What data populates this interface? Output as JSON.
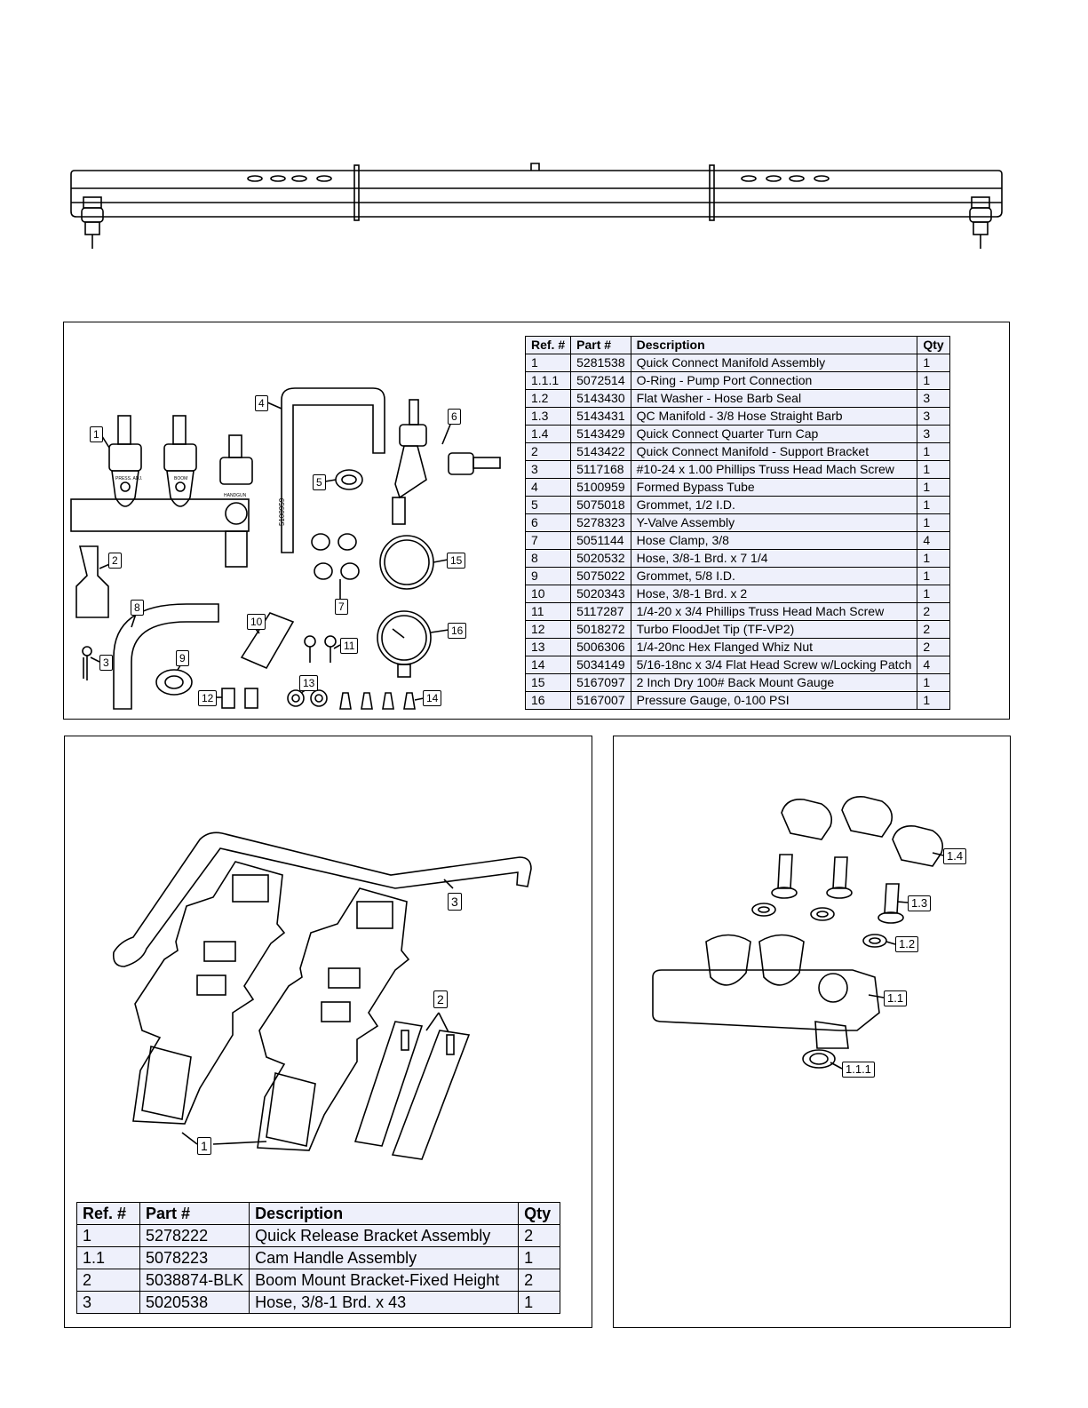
{
  "callouts_top": [
    "1",
    "2",
    "3",
    "4",
    "5",
    "6",
    "7",
    "8",
    "9",
    "10",
    "11",
    "12",
    "13",
    "14",
    "15",
    "16"
  ],
  "tube_text": "5100959",
  "manifold_labels": [
    "PRESS. ADJ.",
    "BOOM",
    "HANDGUN"
  ],
  "table1": {
    "headers": [
      "Ref. #",
      "Part #",
      "Description",
      "Qty"
    ],
    "rows": [
      [
        "1",
        "5281538",
        "Quick Connect Manifold Assembly",
        "1"
      ],
      [
        "1.1.1",
        "5072514",
        "O-Ring - Pump Port Connection",
        "1"
      ],
      [
        "1.2",
        "5143430",
        "Flat Washer - Hose Barb Seal",
        "3"
      ],
      [
        "1.3",
        "5143431",
        "QC Manifold - 3/8 Hose Straight Barb",
        "3"
      ],
      [
        "1.4",
        "5143429",
        "Quick Connect Quarter Turn Cap",
        "3"
      ],
      [
        "2",
        "5143422",
        "Quick Connect Manifold - Support Bracket",
        "1"
      ],
      [
        "3",
        "5117168",
        "#10-24 x 1.00 Phillips Truss Head Mach Screw",
        "1"
      ],
      [
        "4",
        "5100959",
        "Formed Bypass Tube",
        "1"
      ],
      [
        "5",
        "5075018",
        "Grommet, 1/2 I.D.",
        "1"
      ],
      [
        "6",
        "5278323",
        "Y-Valve Assembly",
        "1"
      ],
      [
        "7",
        "5051144",
        "Hose Clamp, 3/8",
        "4"
      ],
      [
        "8",
        "5020532",
        "Hose, 3/8-1 Brd. x 7 1/4",
        "1"
      ],
      [
        "9",
        "5075022",
        "Grommet, 5/8 I.D.",
        "1"
      ],
      [
        "10",
        "5020343",
        "Hose, 3/8-1 Brd. x 2",
        "1"
      ],
      [
        "11",
        "5117287",
        "1/4-20 x 3/4 Phillips Truss Head Mach Screw",
        "2"
      ],
      [
        "12",
        "5018272",
        "Turbo FloodJet Tip (TF-VP2)",
        "2"
      ],
      [
        "13",
        "5006306",
        "1/4-20nc Hex Flanged Whiz Nut",
        "2"
      ],
      [
        "14",
        "5034149",
        "5/16-18nc x 3/4 Flat Head Screw w/Locking Patch",
        "4"
      ],
      [
        "15",
        "5167097",
        "2 Inch Dry 100# Back Mount Gauge",
        "1"
      ],
      [
        "16",
        "5167007",
        "Pressure Gauge, 0-100 PSI",
        "1"
      ]
    ]
  },
  "callouts_bottom_left": [
    "1",
    "2",
    "3"
  ],
  "table2": {
    "headers": [
      "Ref. #",
      "Part #",
      "Description",
      "Qty"
    ],
    "rows": [
      [
        "1",
        "5278222",
        "Quick Release Bracket Assembly",
        "2"
      ],
      [
        "1.1",
        "5078223",
        "Cam Handle Assembly",
        "1"
      ],
      [
        "2",
        "5038874-BLK",
        "Boom Mount Bracket-Fixed Height",
        "2"
      ],
      [
        "3",
        "5020538",
        "Hose, 3/8-1 Brd. x 43",
        "1"
      ]
    ]
  },
  "callouts_right": [
    "1.4",
    "1.3",
    "1.2",
    "1.1",
    "1.1.1"
  ]
}
